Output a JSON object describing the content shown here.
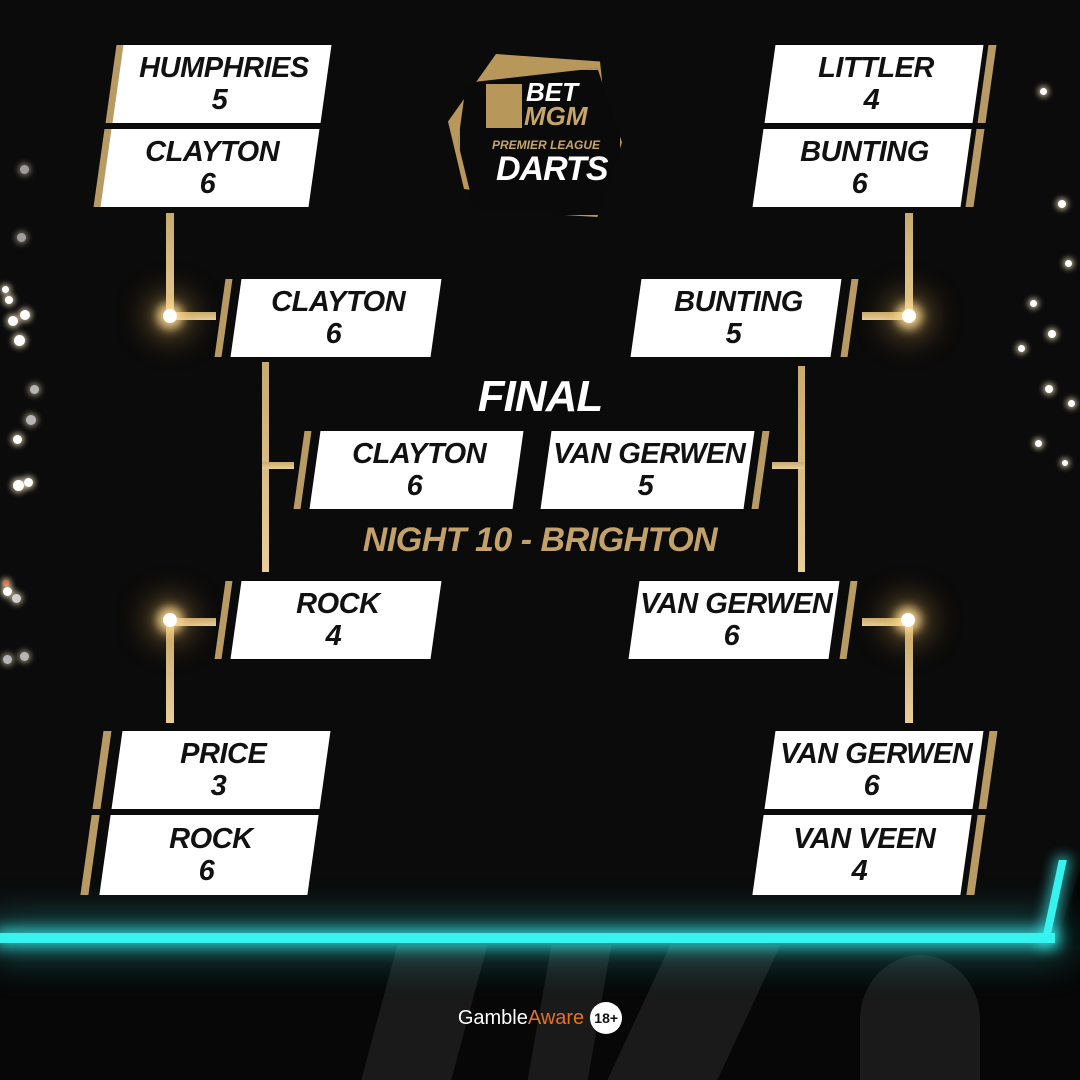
{
  "logo": {
    "brand_top": "BET",
    "brand_bottom": "MGM",
    "league": "PREMIER LEAGUE",
    "sport": "DARTS"
  },
  "final_title": "FINAL",
  "event_label": "NIGHT 10 - BRIGHTON",
  "quarterfinals": [
    {
      "p1": {
        "name": "HUMPHRIES",
        "score": "5"
      },
      "p2": {
        "name": "CLAYTON",
        "score": "6"
      }
    },
    {
      "p1": {
        "name": "LITTLER",
        "score": "4"
      },
      "p2": {
        "name": "BUNTING",
        "score": "6"
      }
    },
    {
      "p1": {
        "name": "PRICE",
        "score": "3"
      },
      "p2": {
        "name": "ROCK",
        "score": "6"
      }
    },
    {
      "p1": {
        "name": "VAN GERWEN",
        "score": "6"
      },
      "p2": {
        "name": "VAN VEEN",
        "score": "4"
      }
    }
  ],
  "semifinals": {
    "top_left": {
      "name": "CLAYTON",
      "score": "6"
    },
    "bottom_left": {
      "name": "ROCK",
      "score": "4"
    },
    "top_right": {
      "name": "BUNTING",
      "score": "5"
    },
    "bottom_right": {
      "name": "VAN GERWEN",
      "score": "6"
    }
  },
  "final": {
    "p1": {
      "name": "CLAYTON",
      "score": "6"
    },
    "p2": {
      "name": "VAN GERWEN",
      "score": "5"
    }
  },
  "footer": {
    "gamble": "Gamble",
    "aware": "Aware",
    "age": "18+"
  },
  "colors": {
    "gold": "#b89a64",
    "gold_text": "#c2a26a",
    "neon": "#37f3f0",
    "background": "#0b0b0b",
    "gambleaware_orange": "#e8711e"
  }
}
